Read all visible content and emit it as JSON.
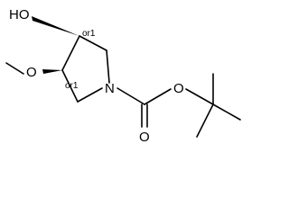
{
  "molecule": {
    "atoms": {
      "hydroxyl": "HO",
      "ring_nitrogen": "N",
      "carbamate_ether_oxygen": "O",
      "carbonyl_oxygen": "O",
      "methoxy_oxygen": "O"
    },
    "stereo_tags": {
      "c3": "or1",
      "c4": "or1"
    }
  },
  "colors": {
    "ink": "#000000",
    "background": "#ffffff"
  }
}
